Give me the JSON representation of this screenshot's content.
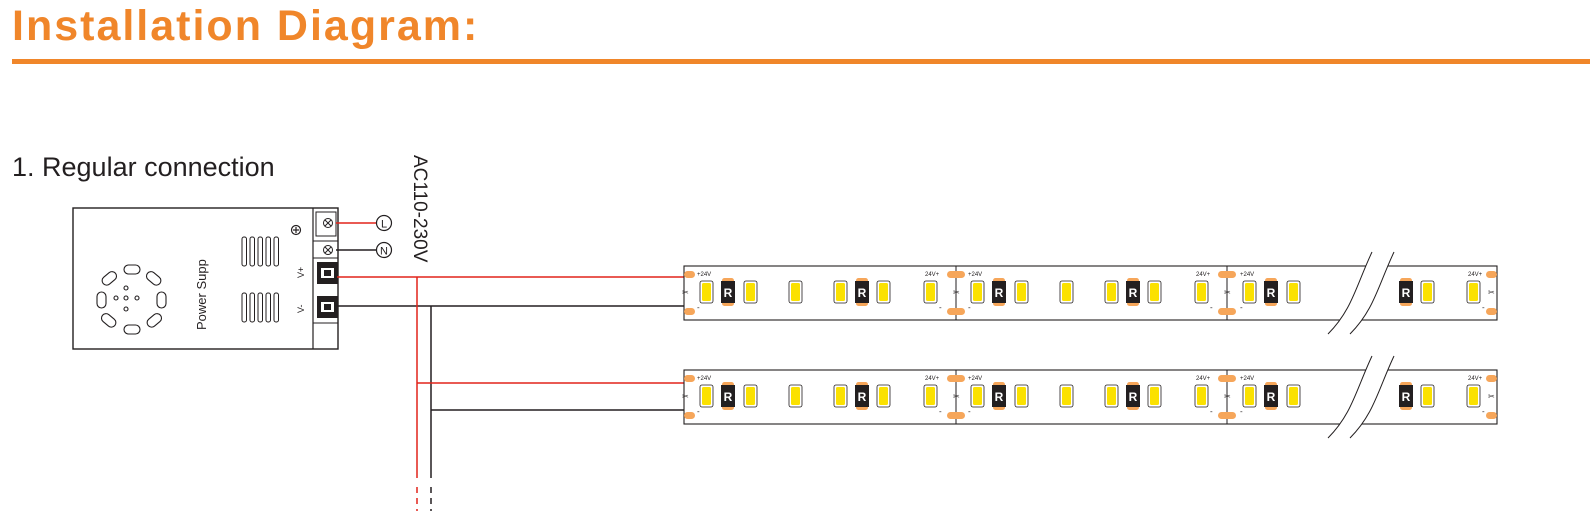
{
  "header": {
    "title": "Installation Diagram:",
    "section_title": "1. Regular connection"
  },
  "power_supply": {
    "label": "Power Supp",
    "terminals": {
      "live": "L",
      "neutral": "N",
      "positive": "V+",
      "negative": "V-"
    },
    "input_voltage": "AC110-230V"
  },
  "strip": {
    "voltage_label": "24V",
    "plus_label": "+24V",
    "minus_label": "-",
    "resistor_label": "R"
  },
  "colors": {
    "accent": "#f0862a",
    "wire_positive": "#e2231a",
    "wire_negative": "#231f20",
    "led": "#fbe100",
    "solder_pad": "#f6a65a"
  }
}
